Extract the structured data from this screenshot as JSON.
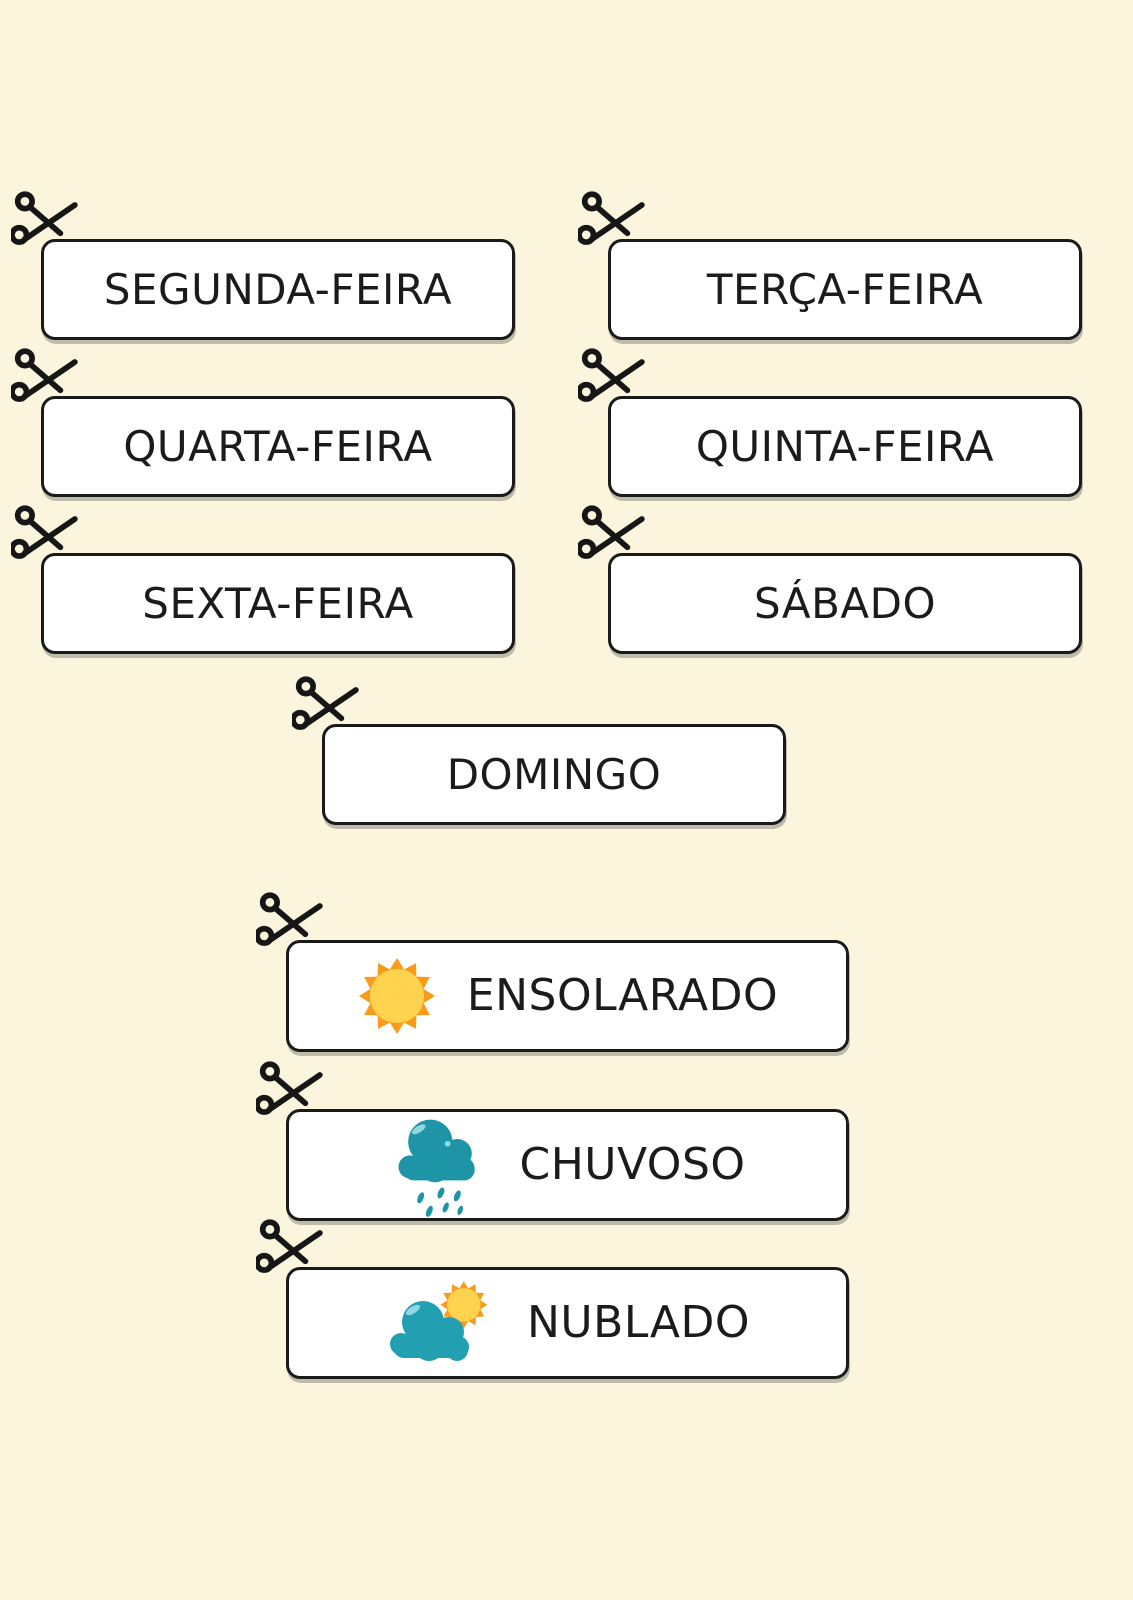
{
  "colors": {
    "background": "#FBF5DE",
    "card_fill": "#FFFFFF",
    "card_border": "#1A1A1A",
    "text": "#1B1B1B",
    "scissors": "#161616",
    "sun_ray_orange": "#F89B1B",
    "sun_core_yellow": "#FFD34E",
    "nublado_sun_yellow": "#FFC93F",
    "rain_cloud_teal": "#1E95A6",
    "nublado_cloud_teal": "#22A0B2"
  },
  "cards": {
    "days": [
      {
        "id": "segunda",
        "label": "SEGUNDA-FEIRA"
      },
      {
        "id": "terca",
        "label": "TERÇA-FEIRA"
      },
      {
        "id": "quarta",
        "label": "QUARTA-FEIRA"
      },
      {
        "id": "quinta",
        "label": "QUINTA-FEIRA"
      },
      {
        "id": "sexta",
        "label": "SEXTA-FEIRA"
      },
      {
        "id": "sabado",
        "label": "SÁBADO"
      },
      {
        "id": "domingo",
        "label": "DOMINGO"
      }
    ],
    "weather": [
      {
        "id": "ensolarado",
        "label": "ENSOLARADO",
        "icon": "sun-icon"
      },
      {
        "id": "chuvoso",
        "label": "CHUVOSO",
        "icon": "rain-cloud-icon"
      },
      {
        "id": "nublado",
        "label": "NUBLADO",
        "icon": "sun-behind-cloud-icon"
      }
    ]
  }
}
